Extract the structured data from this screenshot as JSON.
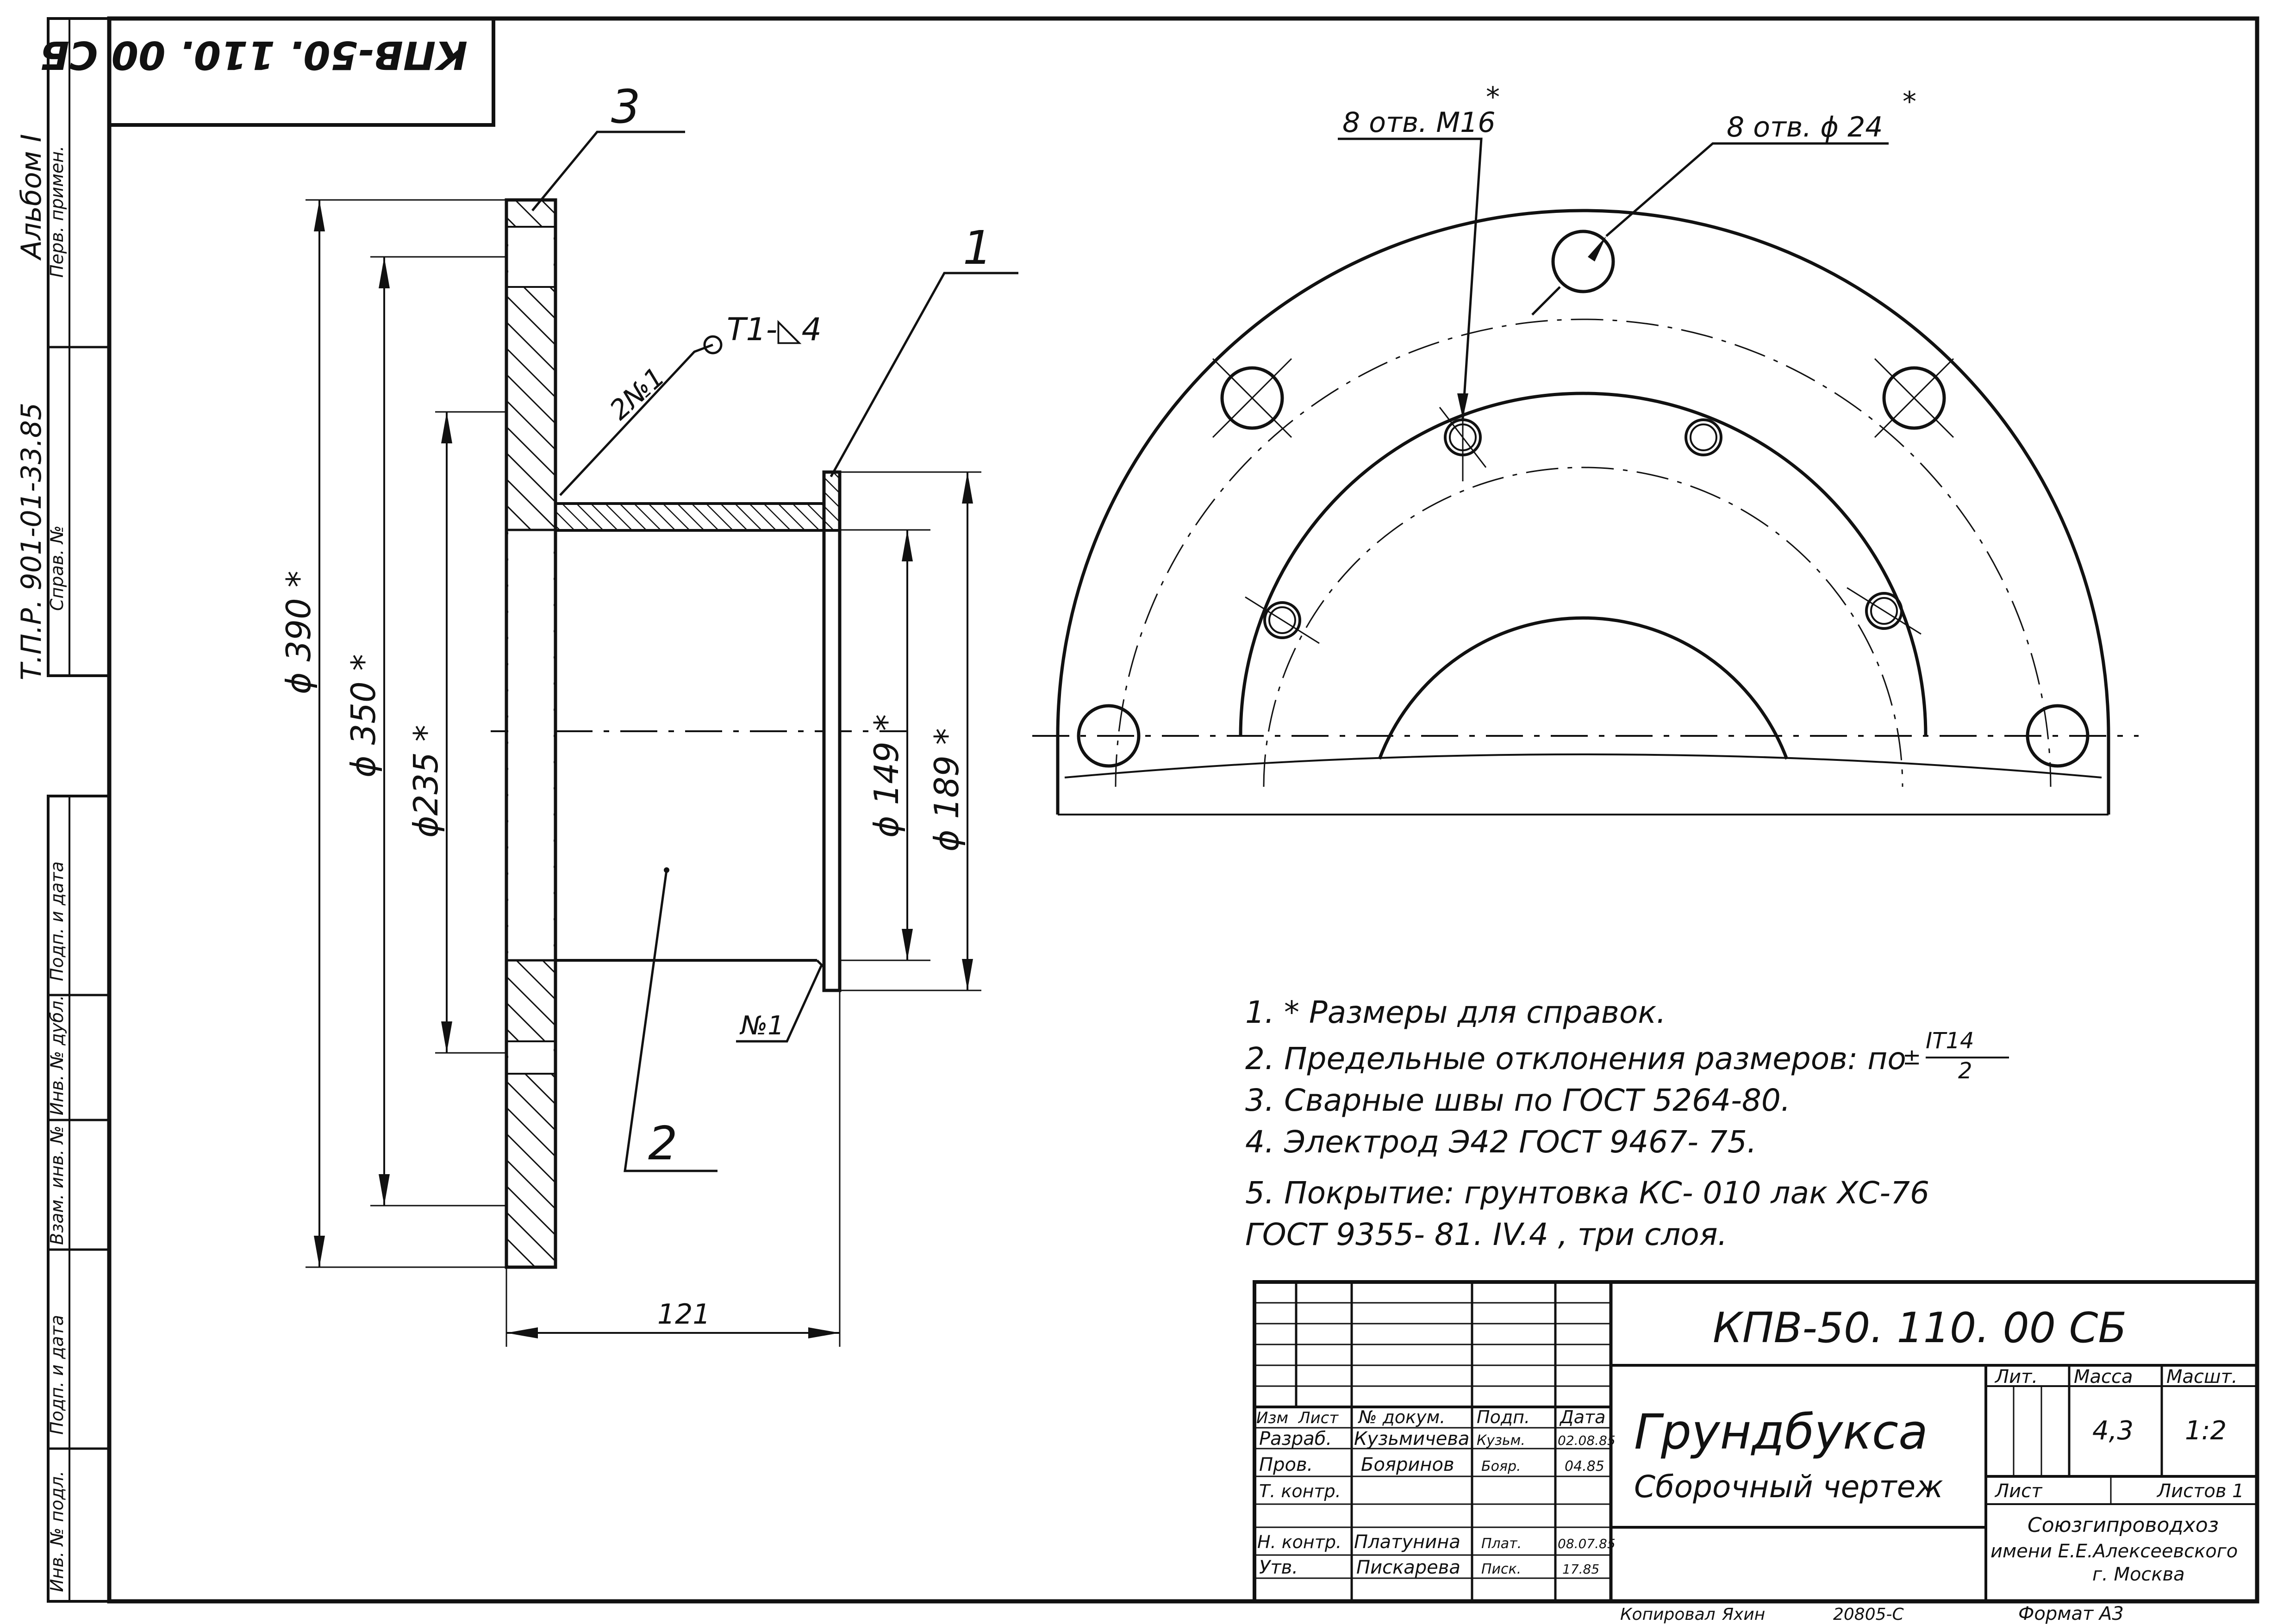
{
  "designation": "КПВ-50. 110. 00 СБ",
  "designation_rotated": "КПВ-50. 110. 00 СБ",
  "side_strip": {
    "album": "Альбом I",
    "project": "Т.П.Р. 901-01-33.85",
    "perv_primen": "Перв. примен.",
    "sprav_no": "Справ. №",
    "cells": [
      "Подп. и дата",
      "Инв. № дубл.",
      "Взам. инв. №",
      "Подп. и дата",
      "Инв. № подл."
    ]
  },
  "callouts": {
    "item3": "3",
    "item1": "1",
    "item2": "2",
    "weld": "Т1-◺4",
    "weld_no": "2№1",
    "weld_no_bottom": "№1"
  },
  "dimensions": {
    "d390": "ϕ 390 *",
    "d350": "ϕ 350 *",
    "d235": "ϕ235 *",
    "d149": "ϕ 149 *",
    "d189": "ϕ 189 *",
    "len121": "121",
    "holes_m16": "8 отв. М16",
    "holes_m16_star": "*",
    "holes_d24": "8 отв.  ϕ 24",
    "holes_d24_star": "*"
  },
  "notes": [
    "1. * Размеры для справок.",
    "2. Предельные отклонения размеров: по",
    "3. Сварные швы по ГОСТ 5264-80.",
    "4. Электрод Э42  ГОСТ 9467- 75.",
    "5. Покрытие: грунтовка  КС- 010  лак ХС-76",
    "ГОСТ 9355- 81.  IV.4 , три  слоя."
  ],
  "tolerance": {
    "sign": "±",
    "numerator": "IT14",
    "denominator": "2"
  },
  "title_block": {
    "designation": "КПВ-50. 110. 00 СБ",
    "name": "Грундбукса",
    "doc_type": "Сборочный  чертеж",
    "headers": [
      "Изм",
      "Лист",
      "№ докум.",
      "Подп.",
      "Дата"
    ],
    "lit_label": "Лит.",
    "mass_label": "Масса",
    "scale_label": "Масшт.",
    "mass": "4,3",
    "scale": "1:2",
    "sheet_label": "Лист",
    "sheets_label": "Листов 1",
    "org_line1": "Союзгипроводхоз",
    "org_line2": "имени Е.Е.Алексеевского",
    "org_line3": "г. Москва",
    "rows": [
      {
        "role": "Разраб.",
        "name": "Кузьмичева",
        "sign": "Кузьм.",
        "date": "02.08.85"
      },
      {
        "role": "Пров.",
        "name": "Бояринов",
        "sign": "Бояр.",
        "date": "04.85"
      },
      {
        "role": "Т. контр.",
        "name": "",
        "sign": "",
        "date": ""
      },
      {
        "role": "",
        "name": "",
        "sign": "",
        "date": ""
      },
      {
        "role": "Н. контр.",
        "name": "Платунина",
        "sign": "Плат.",
        "date": "08.07.85"
      },
      {
        "role": "Утв.",
        "name": "Пискарева",
        "sign": "Писк.",
        "date": "17.85"
      }
    ]
  },
  "footer": {
    "copied": "Копировал",
    "copied_sign": "Яхин",
    "copied_date": "20805-С",
    "format": "Формат А3"
  }
}
